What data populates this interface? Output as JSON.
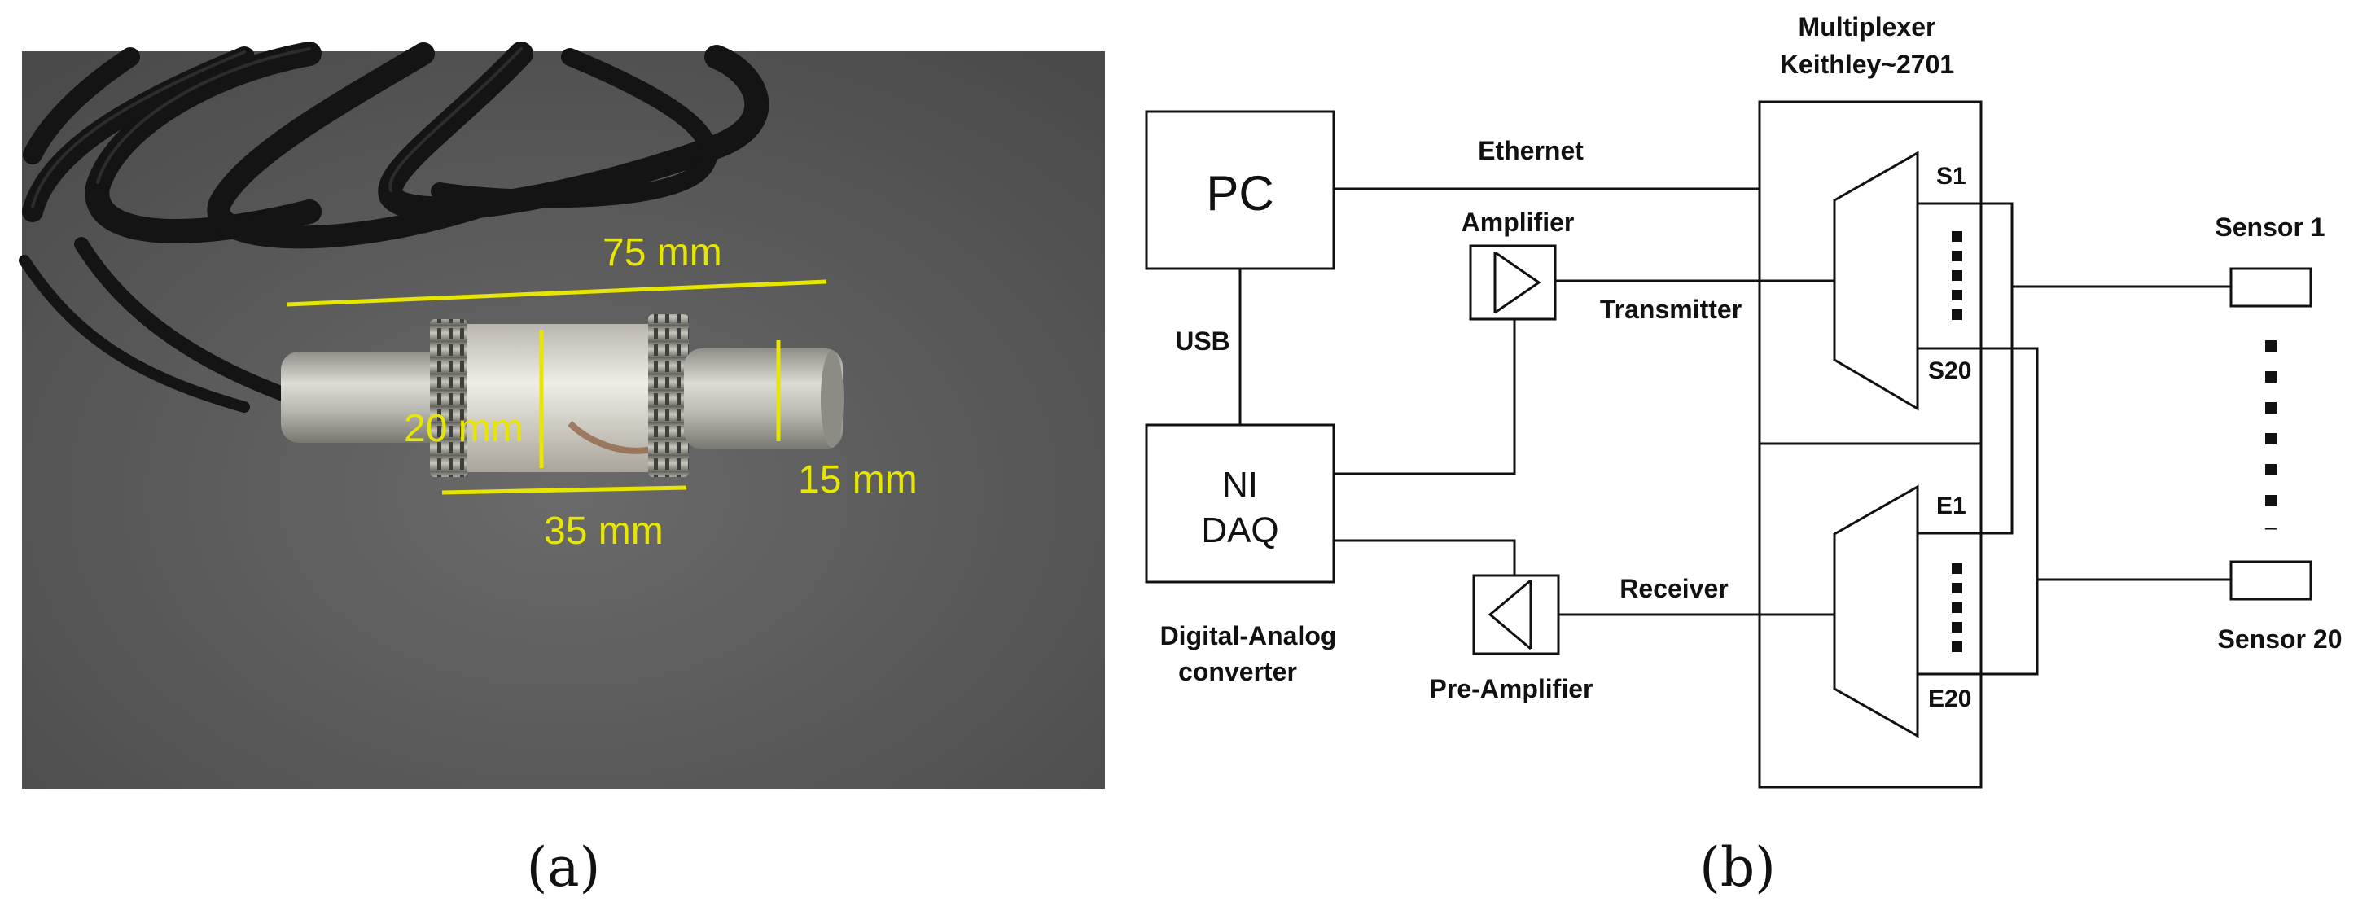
{
  "panel_a": {
    "caption": "(a)",
    "dimensions": {
      "overall_length": "75 mm",
      "body_diameter": "20 mm",
      "body_length": "35 mm",
      "end_diameter": "15 mm"
    }
  },
  "panel_b": {
    "caption": "(b)",
    "pc_label": "PC",
    "daq_line1": "NI",
    "daq_line2": "DAQ",
    "daq_caption_line1": "Digital-Analog",
    "daq_caption_line2": "converter",
    "usb_label": "USB",
    "ethernet_label": "Ethernet",
    "amplifier_label": "Amplifier",
    "transmitter_label": "Transmitter",
    "receiver_label": "Receiver",
    "preamp_label": "Pre-Amplifier",
    "mux_title_line1": "Multiplexer",
    "mux_title_line2": "Keithley~2701",
    "channel_s1": "S1",
    "channel_s20": "S20",
    "channel_e1": "E1",
    "channel_e20": "E20",
    "sensor1_label": "Sensor 1",
    "sensor20_label": "Sensor 20",
    "sensor_count_marker": "–"
  },
  "colors": {
    "background": "#ffffff",
    "photo_background": "#5a5a5a",
    "annotation_yellow": "#e6e600",
    "line": "#111111"
  }
}
